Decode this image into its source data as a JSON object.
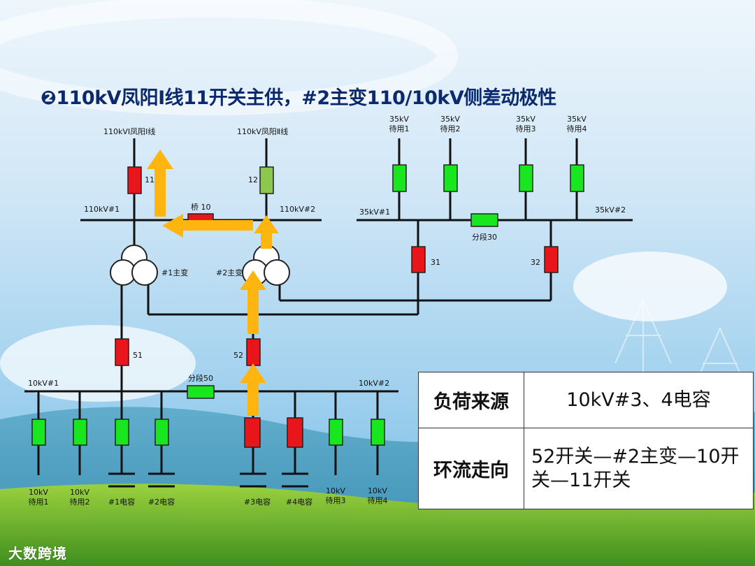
{
  "title": "❷110kV凤阳Ⅰ线11开关主供，#2主变110/10kV侧差动极性",
  "hv": {
    "line1": "110kVI凤阳Ⅰ线",
    "line2": "110kV凤阳Ⅱ线",
    "bus1": "110kV#1",
    "bus2": "110kV#2",
    "bridge": "桥 10",
    "sw11": "11",
    "sw12": "12"
  },
  "mv": {
    "bus1": "35kV#1",
    "bus2": "35kV#2",
    "section": "分段30",
    "sw31": "31",
    "sw32": "32",
    "spares": [
      {
        "a": "35kV",
        "b": "待用1"
      },
      {
        "a": "35kV",
        "b": "待用2"
      },
      {
        "a": "35kV",
        "b": "待用3"
      },
      {
        "a": "35kV",
        "b": "待用4"
      }
    ]
  },
  "transformers": {
    "t1": "#1主变",
    "t2": "#2主变"
  },
  "lv": {
    "bus1": "10kV#1",
    "bus2": "10kV#2",
    "section": "分段50",
    "sw51": "51",
    "sw52": "52",
    "feeders": [
      {
        "a": "10kV",
        "b": "待用1"
      },
      {
        "a": "10kV",
        "b": "待用2"
      },
      {
        "a": "",
        "b": "#1电容"
      },
      {
        "a": "",
        "b": "#2电容"
      },
      {
        "a": "",
        "b": "#3电容"
      },
      {
        "a": "",
        "b": "#4电容"
      },
      {
        "a": "10kV",
        "b": "待用3"
      },
      {
        "a": "10kV",
        "b": "待用4"
      }
    ]
  },
  "table": {
    "row1_head": "负荷来源",
    "row1_val": "10kV#3、4电容",
    "row2_head": "环流走向",
    "row2_val": "52开关—#2主变—10开关—11开关"
  },
  "logo": "大数跨境",
  "colors": {
    "closed": "#e8151b",
    "open": "#18e61f",
    "standby": "#8cc84b",
    "arrow": "#ffb510",
    "title": "#0b2a6e"
  }
}
